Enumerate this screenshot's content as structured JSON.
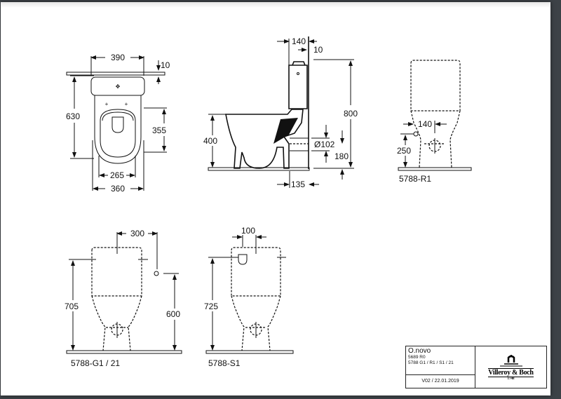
{
  "product": {
    "name": "O.novo",
    "code_line1": "5689 R0",
    "code_line2": "5788 G1 / R1 / S1 / 21",
    "version": "V02 / 22.01.2019"
  },
  "brand": {
    "name": "Villeroy & Boch",
    "year": "1748"
  },
  "top_view": {
    "dims": {
      "tank_width": "390",
      "wall_gap": "10",
      "depth": "630",
      "seat_depth": "355",
      "seat_width": "265",
      "bowl_width": "360"
    }
  },
  "side_view": {
    "dims": {
      "tank_depth": "140",
      "wall_gap": "10",
      "total_height": "800",
      "rim_height": "400",
      "outlet_diameter": "Ø102",
      "outlet_height": "180",
      "outlet_offset": "135"
    }
  },
  "view_r1": {
    "label": "5788-R1",
    "dims": {
      "inlet_offset": "140",
      "inlet_height": "250"
    }
  },
  "view_g1": {
    "label": "5788-G1 / 21",
    "dims": {
      "inlet_offset": "300",
      "height": "705",
      "inlet_height": "600"
    }
  },
  "view_s1": {
    "label": "5788-S1",
    "dims": {
      "inlet_offset": "100",
      "height": "725"
    }
  }
}
